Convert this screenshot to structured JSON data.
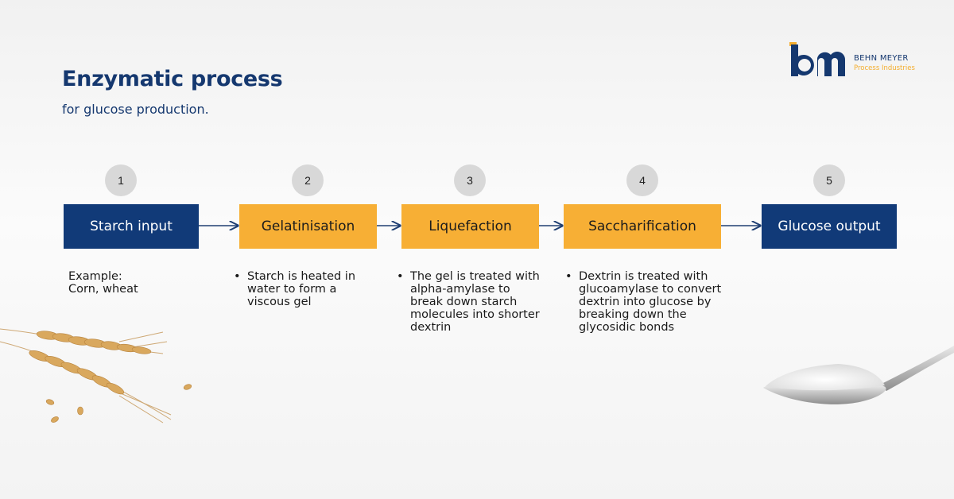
{
  "header": {
    "title": "Enzymatic process",
    "subtitle": "for glucose production."
  },
  "logo": {
    "mark": "bm",
    "name": "BEHN MEYER",
    "tagline": "Process Industries",
    "colors": {
      "blue": "#15386f",
      "orange": "#f4ae2f"
    }
  },
  "colors": {
    "blue": "#113a78",
    "orange": "#f7af35",
    "number_circle": "#d8d8d8",
    "arrow": "#1f3f73"
  },
  "steps": [
    {
      "number": "1",
      "label": "Starch input",
      "style": "blue",
      "description": {
        "type": "text",
        "text": "Example:\nCorn, wheat"
      }
    },
    {
      "number": "2",
      "label": "Gelatinisation",
      "style": "orange",
      "description": {
        "type": "bullet",
        "text": "Starch is heated in\nwater to form a\nviscous gel"
      }
    },
    {
      "number": "3",
      "label": "Liquefaction",
      "style": "orange",
      "description": {
        "type": "bullet",
        "text": "The gel is treated with\nalpha-amylase to\nbreak down starch\nmolecules into shorter\ndextrin"
      }
    },
    {
      "number": "4",
      "label": "Saccharification",
      "style": "orange",
      "description": {
        "type": "bullet",
        "text": "Dextrin is treated with\nglucoamylase to convert\ndextrin into glucose by\nbreaking down the\nglycosidic bonds"
      }
    },
    {
      "number": "5",
      "label": "Glucose output",
      "style": "blue",
      "description": {
        "type": "none",
        "text": ""
      }
    }
  ],
  "images": [
    {
      "name": "wheat-ears-image",
      "subject": "wheat ears and grains"
    },
    {
      "name": "sugar-spoon-image",
      "subject": "spoon of glucose powder"
    }
  ]
}
